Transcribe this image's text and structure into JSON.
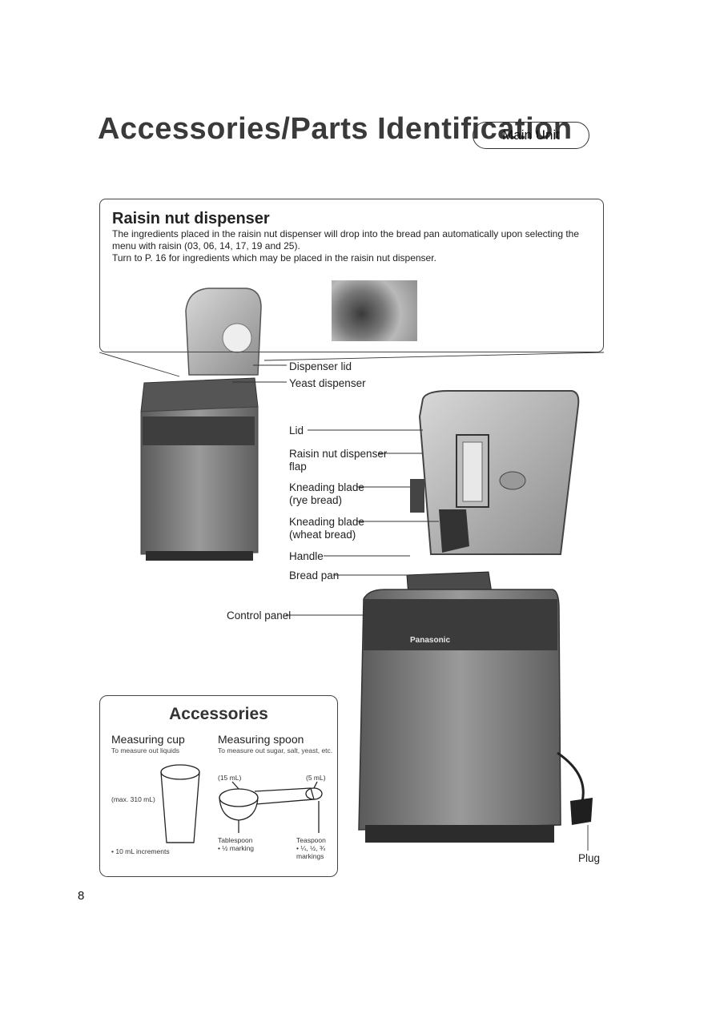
{
  "title": {
    "main": "Accessories/Parts Identification",
    "tag": "Main Unit"
  },
  "raisin": {
    "heading": "Raisin nut dispenser",
    "line1": "The ingredients placed in the raisin nut dispenser will drop into the bread pan automatically upon selecting the",
    "line2": "menu with raisin (03, 06, 14, 17, 19 and 25).",
    "line3": "Turn to P. 16 for ingredients which may be placed in the raisin nut dispenser."
  },
  "labels": {
    "dispenser_lid": "Dispenser lid",
    "yeast_dispenser": "Yeast dispenser",
    "lid": "Lid",
    "raisin_flap_1": "Raisin nut dispenser",
    "raisin_flap_2": "flap",
    "kneading_rye_1": "Kneading blade",
    "kneading_rye_2": "(rye bread)",
    "kneading_wheat_1": "Kneading blade",
    "kneading_wheat_2": "(wheat bread)",
    "handle": "Handle",
    "bread_pan": "Bread pan",
    "control_panel": "Control panel",
    "plug": "Plug"
  },
  "brand": "Panasonic",
  "accessories": {
    "title": "Accessories",
    "cup": {
      "name": "Measuring cup",
      "purpose": "To measure out liquids",
      "capacity": "(max. 310 mL)",
      "increments": "• 10 mL increments"
    },
    "spoon": {
      "name": "Measuring spoon",
      "purpose": "To measure out sugar, salt, yeast, etc.",
      "size_large": "(15 mL)",
      "size_small": "(5 mL)",
      "tablespoon": "Tablespoon",
      "tablespoon_note": "• ½ marking",
      "teaspoon": "Teaspoon",
      "teaspoon_note_1": "• ¼, ½, ¾",
      "teaspoon_note_2": "markings"
    }
  },
  "page_number": "8"
}
